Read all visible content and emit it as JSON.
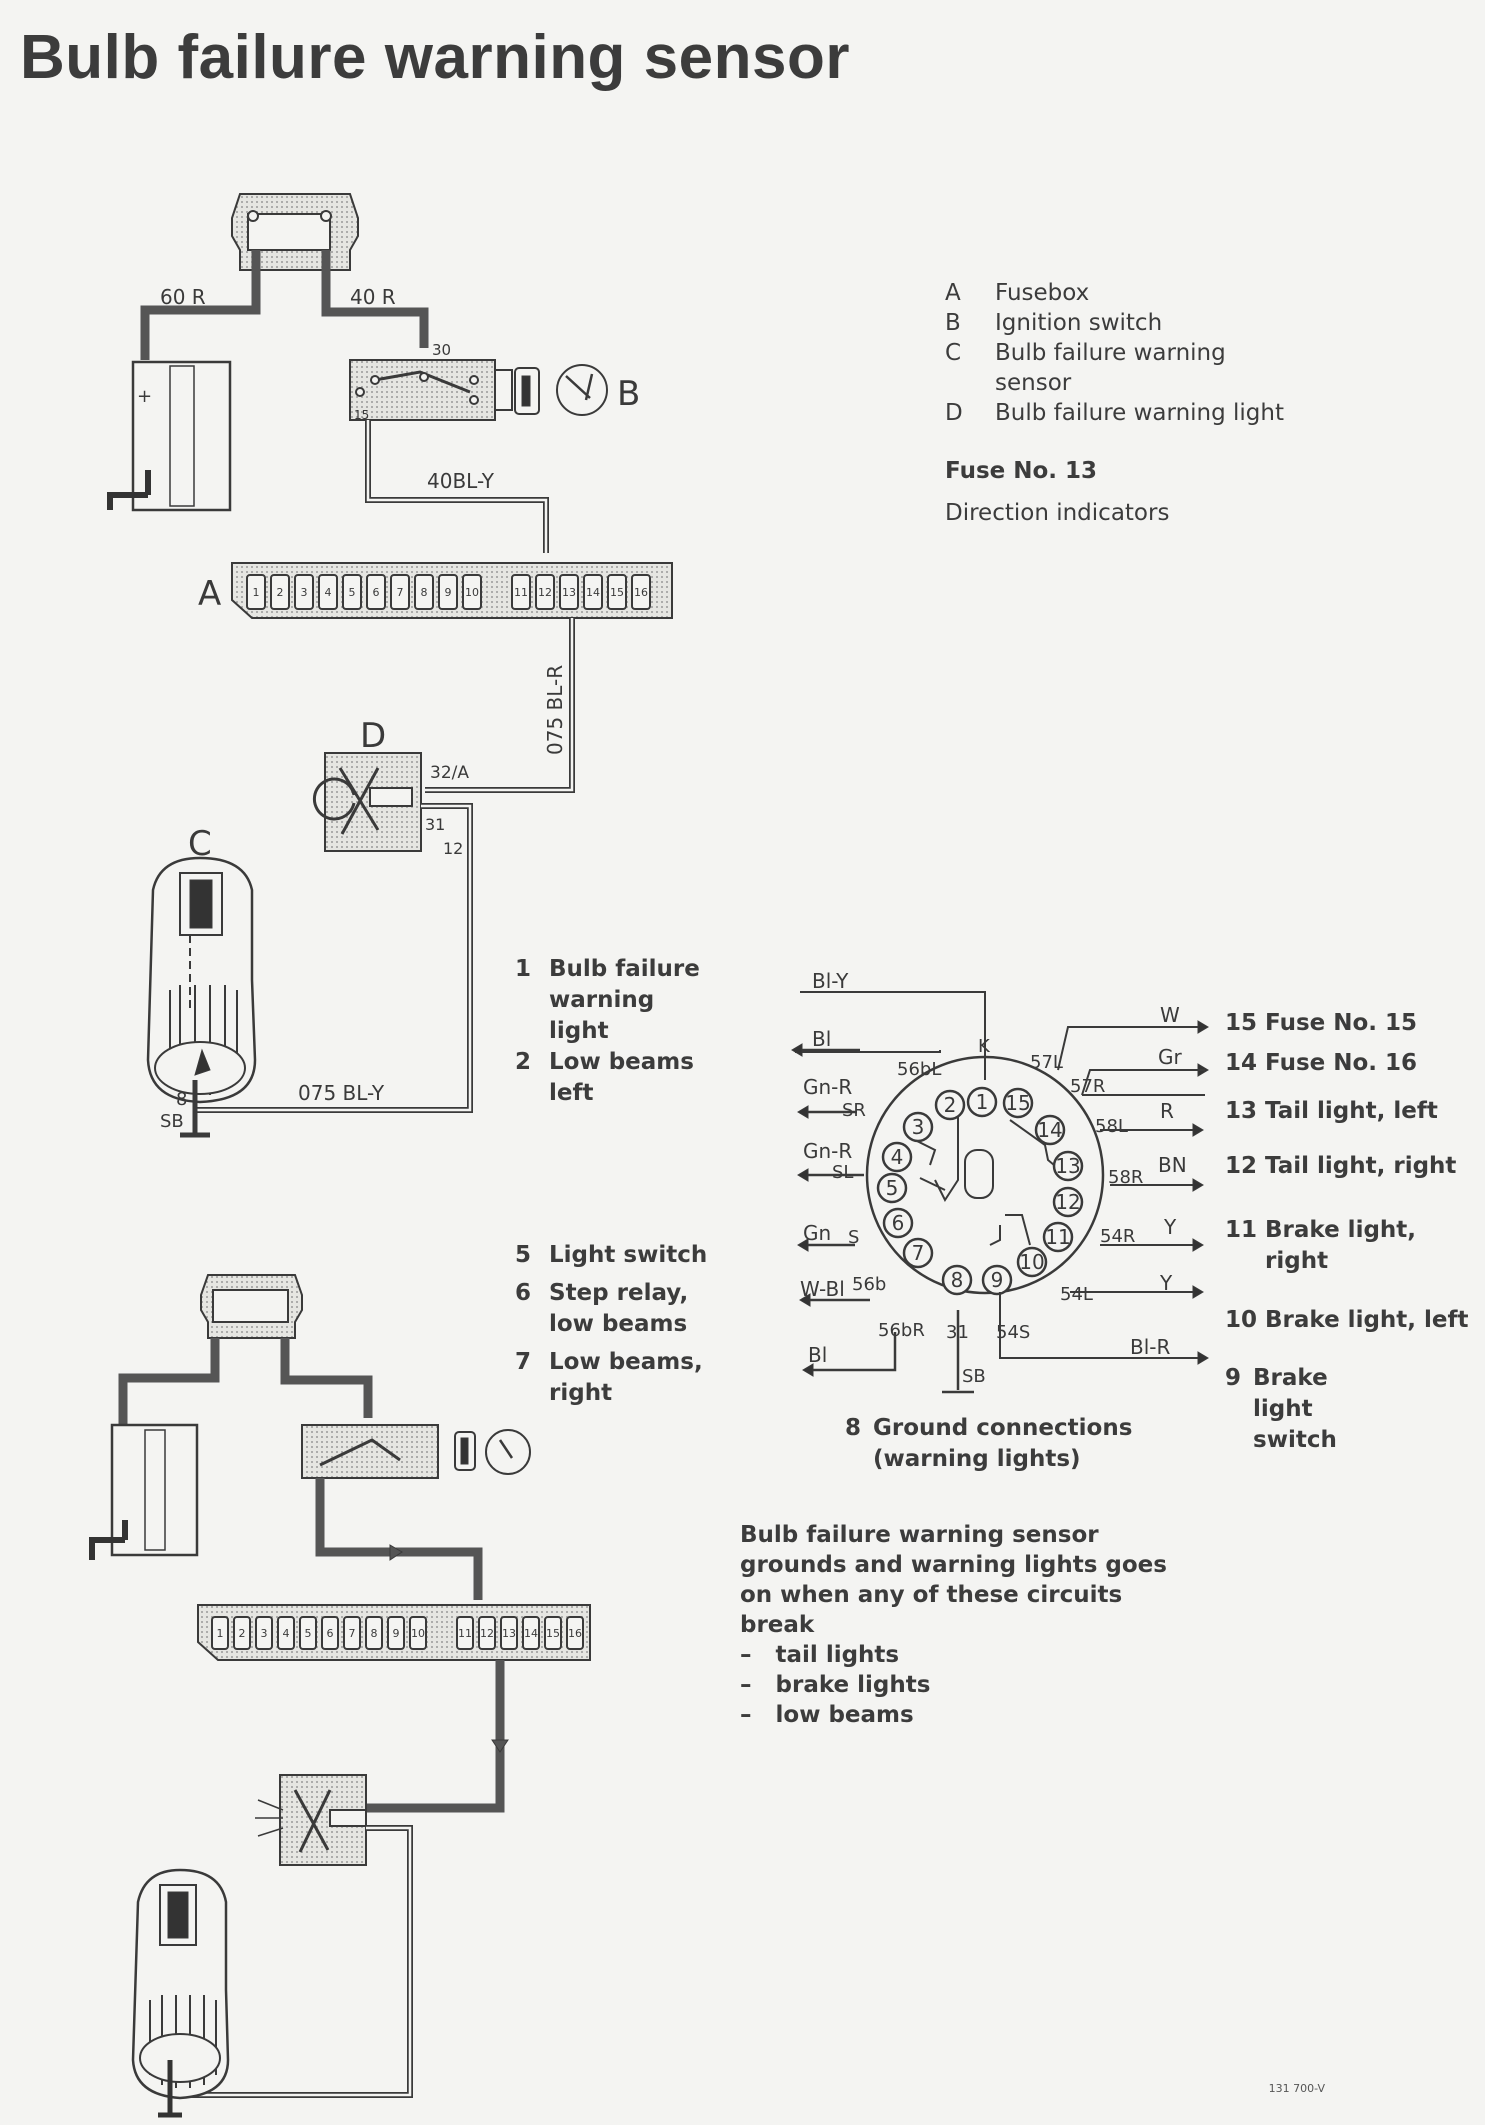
{
  "title": "Bulb failure warning sensor",
  "legend": [
    {
      "key": "A",
      "text": "Fusebox"
    },
    {
      "key": "B",
      "text": "Ignition switch"
    },
    {
      "key": "C",
      "text": "Bulb failure warning sensor"
    },
    {
      "key": "D",
      "text": "Bulb failure warning light"
    }
  ],
  "fuse_note": {
    "heading": "Fuse No. 13",
    "text": "Direction indicators"
  },
  "component_letters": {
    "a": "A",
    "b": "B",
    "c": "C",
    "d": "D"
  },
  "wires": {
    "w60r": "60 R",
    "w40r": "40 R",
    "w40bly": "40BL-Y",
    "w075blr": "075 BL-R",
    "w075bly": "075 BL-Y",
    "t30": "30",
    "t15": "15",
    "t32a": "32/A",
    "t31": "31",
    "t12": "12",
    "t8": "8",
    "sb": "SB"
  },
  "fuse_numbers": [
    "1",
    "2",
    "3",
    "4",
    "5",
    "6",
    "7",
    "8",
    "9",
    "10",
    "11",
    "12",
    "13",
    "14",
    "15",
    "16"
  ],
  "connector": {
    "pins": [
      "1",
      "2",
      "3",
      "4",
      "5",
      "6",
      "7",
      "8",
      "9",
      "10",
      "11",
      "12",
      "13",
      "14",
      "15"
    ],
    "terminals": {
      "K": "K",
      "56bL": "56bL",
      "SR": "SR",
      "SL": "SL",
      "S": "S",
      "56b": "56b",
      "56bR": "56bR",
      "31": "31",
      "54S": "54S",
      "54L": "54L",
      "54R": "54R",
      "58R": "58R",
      "58L": "58L",
      "57R": "57R",
      "57L": "57L",
      "SB": "SB"
    },
    "wire_colors": {
      "bly": "Bl-Y",
      "bl1": "Bl",
      "gnr1": "Gn-R",
      "gnr2": "Gn-R",
      "gn": "Gn",
      "wbl": "W-Bl",
      "bl2": "Bl",
      "w": "W",
      "gr": "Gr",
      "r": "R",
      "bn": "BN",
      "y1": "Y",
      "y2": "Y",
      "blr": "Bl-R"
    }
  },
  "circuits_left_a": [
    {
      "n": "1",
      "text": "Bulb failure warning light"
    },
    {
      "n": "2",
      "text": "Low beams left"
    }
  ],
  "circuits_left_b": [
    {
      "n": "5",
      "text": "Light switch"
    },
    {
      "n": "6",
      "text": "Step relay, low beams"
    },
    {
      "n": "7",
      "text": "Low beams, right"
    }
  ],
  "circuits_right": [
    {
      "n": "15",
      "text": "Fuse No. 15"
    },
    {
      "n": "14",
      "text": "Fuse No. 16"
    },
    {
      "n": "13",
      "text": "Tail light, left"
    },
    {
      "n": "12",
      "text": "Tail light, right"
    },
    {
      "n": "11",
      "text": "Brake light, right"
    },
    {
      "n": "10",
      "text": "Brake light, left"
    },
    {
      "n": "9",
      "text": "Brake light switch"
    }
  ],
  "ground": {
    "n": "8",
    "text": "Ground connections (warning lights)"
  },
  "explanation": {
    "lead": "Bulb failure warning sensor grounds and warning lights goes on when any of these circuits break",
    "items": [
      "tail lights",
      "brake lights",
      "low beams"
    ]
  },
  "figure_code": "131 700-V"
}
